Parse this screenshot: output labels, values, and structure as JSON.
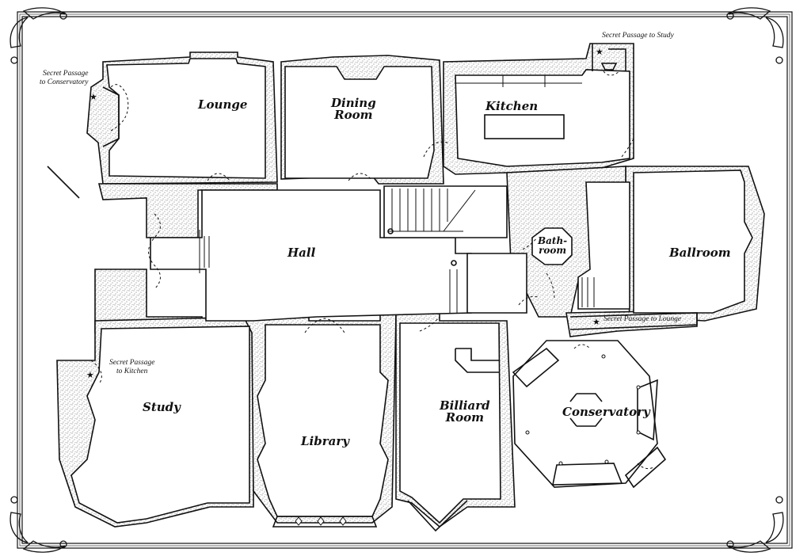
{
  "map": {
    "type": "floor-plan",
    "rooms": [
      {
        "id": "lounge",
        "name": "Lounge"
      },
      {
        "id": "dining-room",
        "name": "Dining Room",
        "line1": "Dining",
        "line2": "Room"
      },
      {
        "id": "kitchen",
        "name": "Kitchen"
      },
      {
        "id": "hall",
        "name": "Hall"
      },
      {
        "id": "bathroom",
        "name": "Bathroom",
        "line1": "Bath-",
        "line2": "room"
      },
      {
        "id": "ballroom",
        "name": "Ballroom"
      },
      {
        "id": "study",
        "name": "Study"
      },
      {
        "id": "library",
        "name": "Library"
      },
      {
        "id": "billiard-room",
        "name": "Billiard Room",
        "line1": "Billiard",
        "line2": "Room"
      },
      {
        "id": "conservatory",
        "name": "Conservatory"
      }
    ],
    "secret_passages": [
      {
        "from": "Lounge",
        "label_line1": "Secret Passage",
        "label_line2": "to Conservatory",
        "marker": "★"
      },
      {
        "from": "Kitchen",
        "label": "Secret Passage to Study",
        "marker": "★"
      },
      {
        "from": "Study",
        "label_line1": "Secret Passage",
        "label_line2": "to Kitchen",
        "marker": "★"
      },
      {
        "from": "Conservatory",
        "label": "Secret Passage to Lounge",
        "marker": "★"
      }
    ],
    "colors": {
      "ink": "#111111",
      "paper": "#ffffff",
      "stipple": "#9a9a9a"
    }
  }
}
